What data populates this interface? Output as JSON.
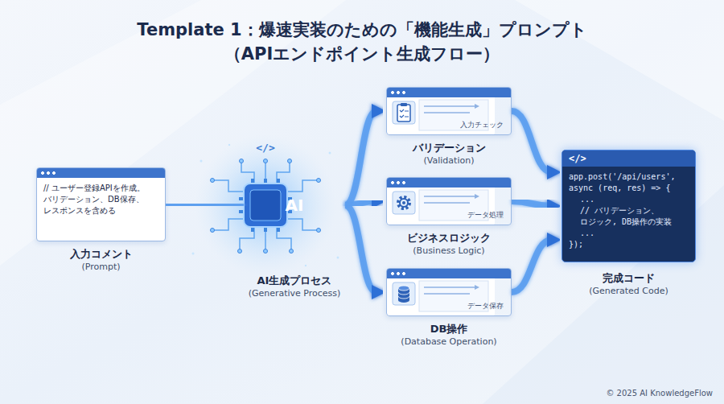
{
  "diagram": {
    "title": "Template 1：爆速実装のための「機能生成」プロンプト （APIエンドポイント生成フロー）",
    "nodes": [
      {
        "text": [
          "// ユーザー登録APIを作成。 バリデーション、DB保存、 レスポンスを含める",
          "入力コメント",
          "(Prompt)"
        ]
      },
      {
        "text": [
          "AI",
          "AI生成プロセス",
          "(Generative Process)"
        ]
      },
      {
        "text": [
          "入力チェック",
          "バリデーション",
          "(Validation)"
        ]
      },
      {
        "text": [
          "データ処理",
          "ビジネスロジック",
          "(Business Logic)"
        ]
      },
      {
        "text": [
          "データ保存",
          "DB操作",
          "(Database Operation)"
        ]
      },
      {
        "text": [
          "</>",
          "app.post('/api/users',",
          "async (req, res) => {",
          "...",
          "// バリデーション、",
          "ロジック, DB操作の実装",
          "...",
          "});",
          "完成コード",
          "(Generated Code)"
        ]
      }
    ],
    "edges": [
      {
        "from": 0,
        "to": 1,
        "arrow": "none"
      },
      {
        "from": 1,
        "to": 2,
        "arrow": "to"
      },
      {
        "from": 1,
        "to": 3,
        "arrow": "to"
      },
      {
        "from": 1,
        "to": 4,
        "arrow": "to"
      },
      {
        "from": 2,
        "to": 5,
        "arrow": "to"
      },
      {
        "from": 3,
        "to": 5,
        "arrow": "to"
      },
      {
        "from": 4,
        "to": 5,
        "arrow": "to"
      }
    ],
    "labels": [
      "</>",
      "© 2025 AI KnowledgeFlow"
    ]
  }
}
